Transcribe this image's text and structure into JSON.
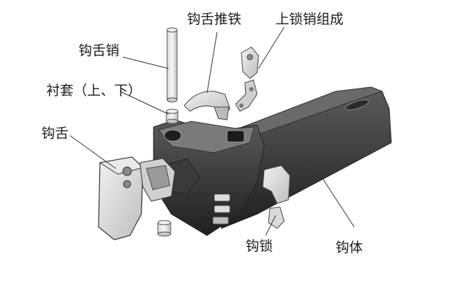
{
  "diagram": {
    "labels": {
      "hook_tongue_pin": "钩舌销",
      "tongue_push_iron": "钩舌推铁",
      "upper_lock_pin_assembly": "上锁销组成",
      "bushing": "衬套（上、下）",
      "hook_tongue": "钩舌",
      "hook_lock": "钩锁",
      "hook_body": "钩体"
    }
  }
}
